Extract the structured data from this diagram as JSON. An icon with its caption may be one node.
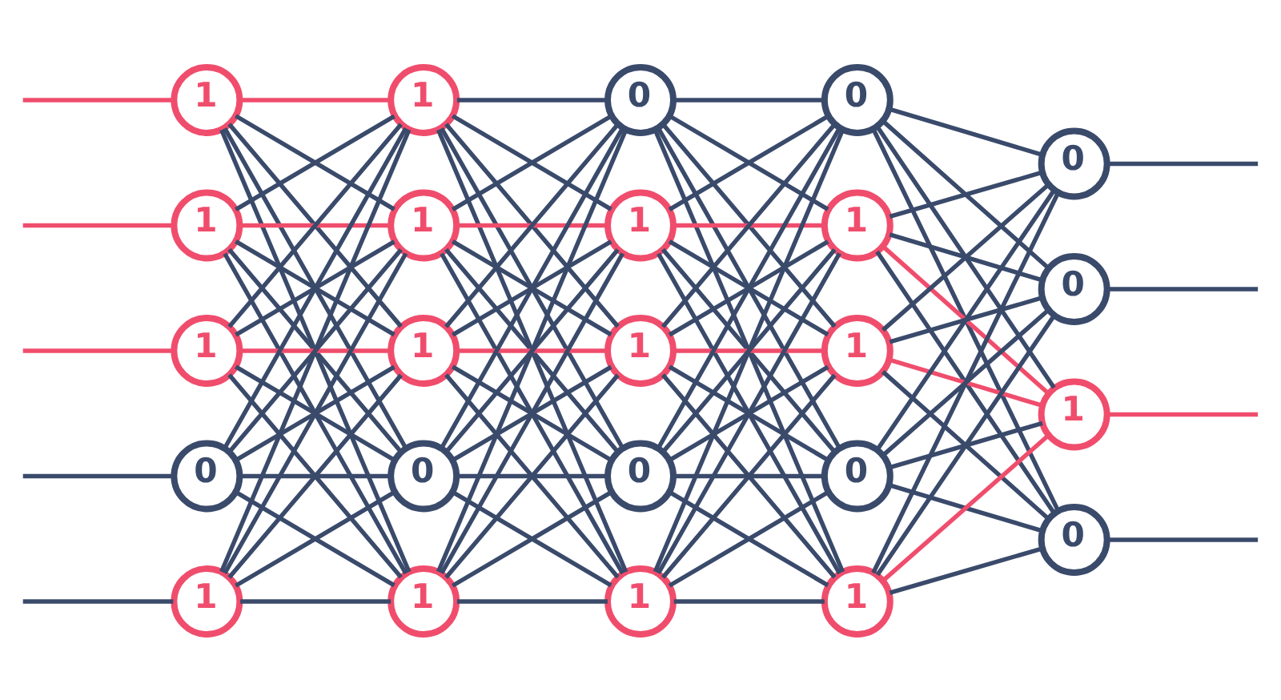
{
  "diagram": {
    "nodes": [
      {
        "text": [
          "1"
        ]
      },
      {
        "text": [
          "1"
        ]
      },
      {
        "text": [
          "1"
        ]
      },
      {
        "text": [
          "0"
        ]
      },
      {
        "text": [
          "1"
        ]
      },
      {
        "text": [
          "1"
        ]
      },
      {
        "text": [
          "1"
        ]
      },
      {
        "text": [
          "1"
        ]
      },
      {
        "text": [
          "0"
        ]
      },
      {
        "text": [
          "1"
        ]
      },
      {
        "text": [
          "0"
        ]
      },
      {
        "text": [
          "1"
        ]
      },
      {
        "text": [
          "1"
        ]
      },
      {
        "text": [
          "0"
        ]
      },
      {
        "text": [
          "1"
        ]
      },
      {
        "text": [
          "0"
        ]
      },
      {
        "text": [
          "1"
        ]
      },
      {
        "text": [
          "1"
        ]
      },
      {
        "text": [
          "0"
        ]
      },
      {
        "text": [
          "1"
        ]
      },
      {
        "text": [
          "0"
        ]
      },
      {
        "text": [
          "0"
        ]
      },
      {
        "text": [
          "1"
        ]
      },
      {
        "text": [
          "0"
        ]
      }
    ],
    "edges": [
      {
        "from": null,
        "to": 0,
        "arrow": "none",
        "color": "#f04d6d"
      },
      {
        "from": null,
        "to": 1,
        "arrow": "none",
        "color": "#f04d6d"
      },
      {
        "from": null,
        "to": 2,
        "arrow": "none",
        "color": "#f04d6d"
      },
      {
        "from": null,
        "to": 3,
        "arrow": "none"
      },
      {
        "from": null,
        "to": 4,
        "arrow": "none"
      },
      {
        "from": 0,
        "to": 5,
        "arrow": "none",
        "color": "#f04d6d"
      },
      {
        "from": 0,
        "to": 6,
        "arrow": "none"
      },
      {
        "from": 0,
        "to": 7,
        "arrow": "none"
      },
      {
        "from": 0,
        "to": 8,
        "arrow": "none"
      },
      {
        "from": 0,
        "to": 9,
        "arrow": "none"
      },
      {
        "from": 1,
        "to": 5,
        "arrow": "none"
      },
      {
        "from": 1,
        "to": 6,
        "arrow": "none",
        "color": "#f04d6d"
      },
      {
        "from": 1,
        "to": 7,
        "arrow": "none"
      },
      {
        "from": 1,
        "to": 8,
        "arrow": "none"
      },
      {
        "from": 1,
        "to": 9,
        "arrow": "none"
      },
      {
        "from": 2,
        "to": 5,
        "arrow": "none"
      },
      {
        "from": 2,
        "to": 6,
        "arrow": "none"
      },
      {
        "from": 2,
        "to": 7,
        "arrow": "none",
        "color": "#f04d6d"
      },
      {
        "from": 2,
        "to": 8,
        "arrow": "none"
      },
      {
        "from": 2,
        "to": 9,
        "arrow": "none"
      },
      {
        "from": 3,
        "to": 5,
        "arrow": "none"
      },
      {
        "from": 3,
        "to": 6,
        "arrow": "none"
      },
      {
        "from": 3,
        "to": 7,
        "arrow": "none"
      },
      {
        "from": 3,
        "to": 8,
        "arrow": "none"
      },
      {
        "from": 3,
        "to": 9,
        "arrow": "none"
      },
      {
        "from": 4,
        "to": 5,
        "arrow": "none"
      },
      {
        "from": 4,
        "to": 6,
        "arrow": "none"
      },
      {
        "from": 4,
        "to": 7,
        "arrow": "none"
      },
      {
        "from": 4,
        "to": 8,
        "arrow": "none"
      },
      {
        "from": 4,
        "to": 9,
        "arrow": "none"
      },
      {
        "from": 5,
        "to": 10,
        "arrow": "none"
      },
      {
        "from": 5,
        "to": 11,
        "arrow": "none"
      },
      {
        "from": 5,
        "to": 12,
        "arrow": "none"
      },
      {
        "from": 5,
        "to": 13,
        "arrow": "none"
      },
      {
        "from": 5,
        "to": 14,
        "arrow": "none"
      },
      {
        "from": 6,
        "to": 10,
        "arrow": "none"
      },
      {
        "from": 6,
        "to": 11,
        "arrow": "none",
        "color": "#f04d6d"
      },
      {
        "from": 6,
        "to": 12,
        "arrow": "none"
      },
      {
        "from": 6,
        "to": 13,
        "arrow": "none"
      },
      {
        "from": 6,
        "to": 14,
        "arrow": "none"
      },
      {
        "from": 7,
        "to": 10,
        "arrow": "none"
      },
      {
        "from": 7,
        "to": 11,
        "arrow": "none"
      },
      {
        "from": 7,
        "to": 12,
        "arrow": "none",
        "color": "#f04d6d"
      },
      {
        "from": 7,
        "to": 13,
        "arrow": "none"
      },
      {
        "from": 7,
        "to": 14,
        "arrow": "none"
      },
      {
        "from": 8,
        "to": 10,
        "arrow": "none"
      },
      {
        "from": 8,
        "to": 11,
        "arrow": "none"
      },
      {
        "from": 8,
        "to": 12,
        "arrow": "none"
      },
      {
        "from": 8,
        "to": 13,
        "arrow": "none"
      },
      {
        "from": 8,
        "to": 14,
        "arrow": "none"
      },
      {
        "from": 9,
        "to": 10,
        "arrow": "none"
      },
      {
        "from": 9,
        "to": 11,
        "arrow": "none"
      },
      {
        "from": 9,
        "to": 12,
        "arrow": "none"
      },
      {
        "from": 9,
        "to": 13,
        "arrow": "none"
      },
      {
        "from": 9,
        "to": 14,
        "arrow": "none"
      },
      {
        "from": 10,
        "to": 15,
        "arrow": "none"
      },
      {
        "from": 10,
        "to": 16,
        "arrow": "none"
      },
      {
        "from": 10,
        "to": 17,
        "arrow": "none"
      },
      {
        "from": 10,
        "to": 18,
        "arrow": "none"
      },
      {
        "from": 10,
        "to": 19,
        "arrow": "none"
      },
      {
        "from": 11,
        "to": 15,
        "arrow": "none"
      },
      {
        "from": 11,
        "to": 16,
        "arrow": "none",
        "color": "#f04d6d"
      },
      {
        "from": 11,
        "to": 17,
        "arrow": "none"
      },
      {
        "from": 11,
        "to": 18,
        "arrow": "none"
      },
      {
        "from": 11,
        "to": 19,
        "arrow": "none"
      },
      {
        "from": 12,
        "to": 15,
        "arrow": "none"
      },
      {
        "from": 12,
        "to": 16,
        "arrow": "none"
      },
      {
        "from": 12,
        "to": 17,
        "arrow": "none",
        "color": "#f04d6d"
      },
      {
        "from": 12,
        "to": 18,
        "arrow": "none"
      },
      {
        "from": 12,
        "to": 19,
        "arrow": "none"
      },
      {
        "from": 13,
        "to": 15,
        "arrow": "none"
      },
      {
        "from": 13,
        "to": 16,
        "arrow": "none"
      },
      {
        "from": 13,
        "to": 17,
        "arrow": "none"
      },
      {
        "from": 13,
        "to": 18,
        "arrow": "none"
      },
      {
        "from": 13,
        "to": 19,
        "arrow": "none"
      },
      {
        "from": 14,
        "to": 15,
        "arrow": "none"
      },
      {
        "from": 14,
        "to": 16,
        "arrow": "none"
      },
      {
        "from": 14,
        "to": 17,
        "arrow": "none"
      },
      {
        "from": 14,
        "to": 18,
        "arrow": "none"
      },
      {
        "from": 14,
        "to": 19,
        "arrow": "none"
      },
      {
        "from": 15,
        "to": 20,
        "arrow": "none"
      },
      {
        "from": 15,
        "to": 21,
        "arrow": "none"
      },
      {
        "from": 15,
        "to": 22,
        "arrow": "none"
      },
      {
        "from": 15,
        "to": 23,
        "arrow": "none"
      },
      {
        "from": 16,
        "to": 20,
        "arrow": "none"
      },
      {
        "from": 16,
        "to": 21,
        "arrow": "none"
      },
      {
        "from": 16,
        "to": 22,
        "arrow": "none",
        "color": "#f04d6d"
      },
      {
        "from": 16,
        "to": 23,
        "arrow": "none"
      },
      {
        "from": 17,
        "to": 20,
        "arrow": "none"
      },
      {
        "from": 17,
        "to": 21,
        "arrow": "none"
      },
      {
        "from": 17,
        "to": 22,
        "arrow": "none",
        "color": "#f04d6d"
      },
      {
        "from": 17,
        "to": 23,
        "arrow": "none"
      },
      {
        "from": 18,
        "to": 20,
        "arrow": "none"
      },
      {
        "from": 18,
        "to": 21,
        "arrow": "none"
      },
      {
        "from": 18,
        "to": 22,
        "arrow": "none"
      },
      {
        "from": 18,
        "to": 23,
        "arrow": "none"
      },
      {
        "from": 19,
        "to": 20,
        "arrow": "none"
      },
      {
        "from": 19,
        "to": 21,
        "arrow": "none"
      },
      {
        "from": 19,
        "to": 22,
        "arrow": "none",
        "color": "#f04d6d"
      },
      {
        "from": 19,
        "to": 23,
        "arrow": "none"
      },
      {
        "from": 20,
        "to": null,
        "arrow": "none"
      },
      {
        "from": 21,
        "to": null,
        "arrow": "none"
      },
      {
        "from": 22,
        "to": null,
        "arrow": "none",
        "color": "#f04d6d"
      },
      {
        "from": 23,
        "to": null,
        "arrow": "none"
      }
    ]
  }
}
